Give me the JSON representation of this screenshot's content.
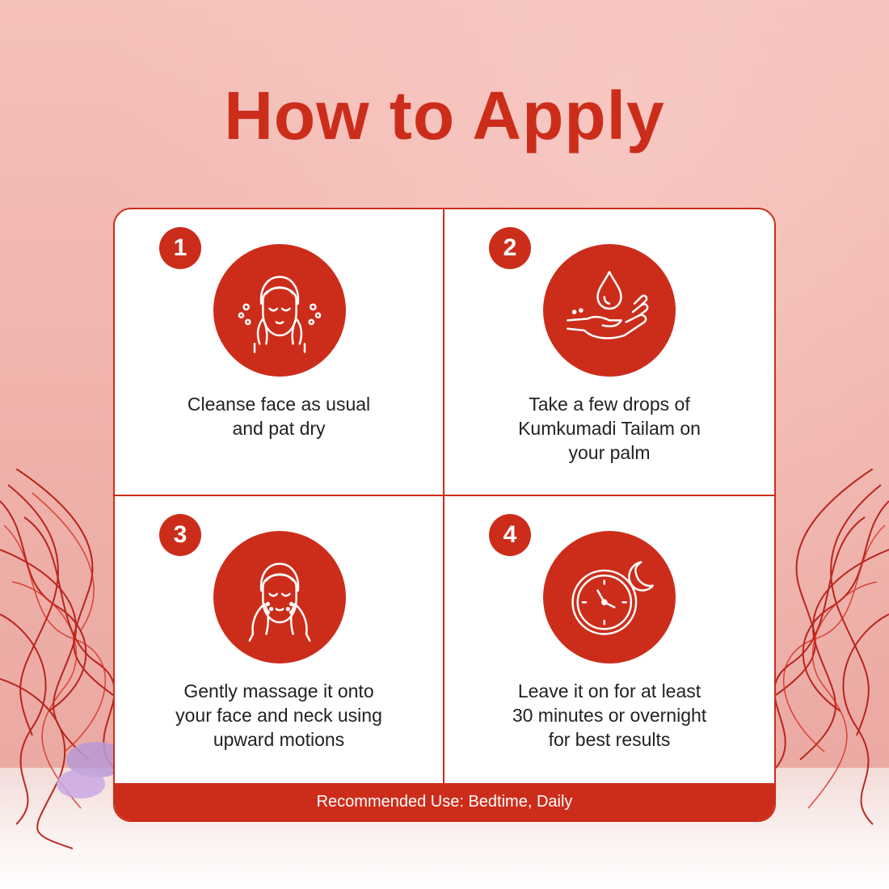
{
  "title": "How to Apply",
  "colors": {
    "accent": "#cc2d1b",
    "background": "#f2b9b3",
    "card": "#ffffff"
  },
  "steps": [
    {
      "number": "1",
      "icon": "face-cleanse-icon",
      "text_lines": [
        "Cleanse face as usual",
        "and pat dry"
      ]
    },
    {
      "number": "2",
      "icon": "oil-drop-hand-icon",
      "text_lines": [
        "Take a few drops of",
        "Kumkumadi Tailam on",
        "your palm"
      ]
    },
    {
      "number": "3",
      "icon": "face-massage-icon",
      "text_lines": [
        "Gently massage it onto",
        "your face and neck using",
        "upward motions"
      ]
    },
    {
      "number": "4",
      "icon": "clock-moon-icon",
      "text_lines": [
        "Leave it on for at least",
        "30 minutes or overnight",
        "for best results"
      ]
    }
  ],
  "footer": "Recommended Use: Bedtime, Daily"
}
